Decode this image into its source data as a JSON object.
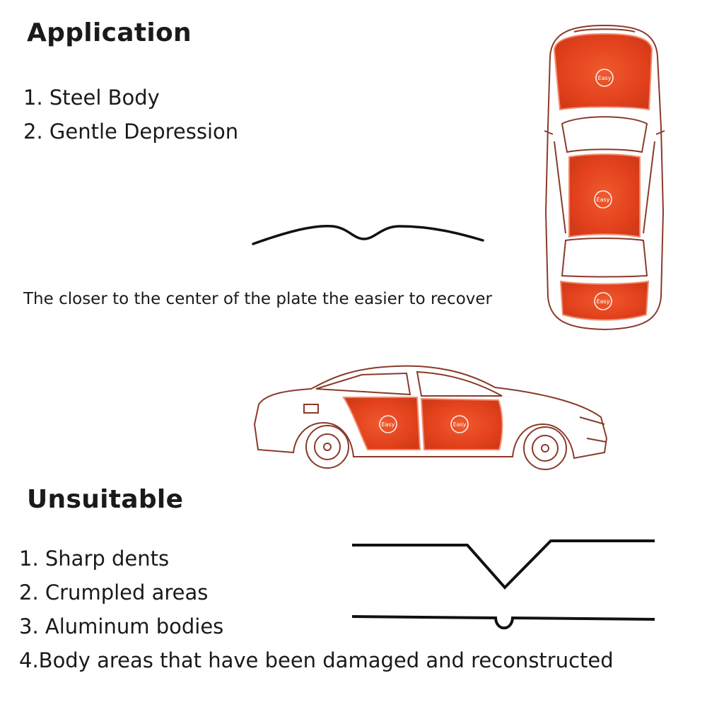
{
  "application": {
    "title": "Application",
    "items": [
      "1. Steel Body",
      "2. Gentle Depression"
    ],
    "note": "The closer to the center of the plate the easier to recover"
  },
  "unsuitable": {
    "title": "Unsuitable",
    "items": [
      "1. Sharp dents",
      "2. Crumpled areas",
      "3. Aluminum bodies",
      "4.Body areas that have been damaged and reconstructed"
    ]
  },
  "badges": {
    "easy": "Easy"
  },
  "colors": {
    "repair_zone": "#e2411c",
    "zone_edge": "#f28a6c",
    "outline": "#8a3a2a",
    "line": "#111111"
  }
}
